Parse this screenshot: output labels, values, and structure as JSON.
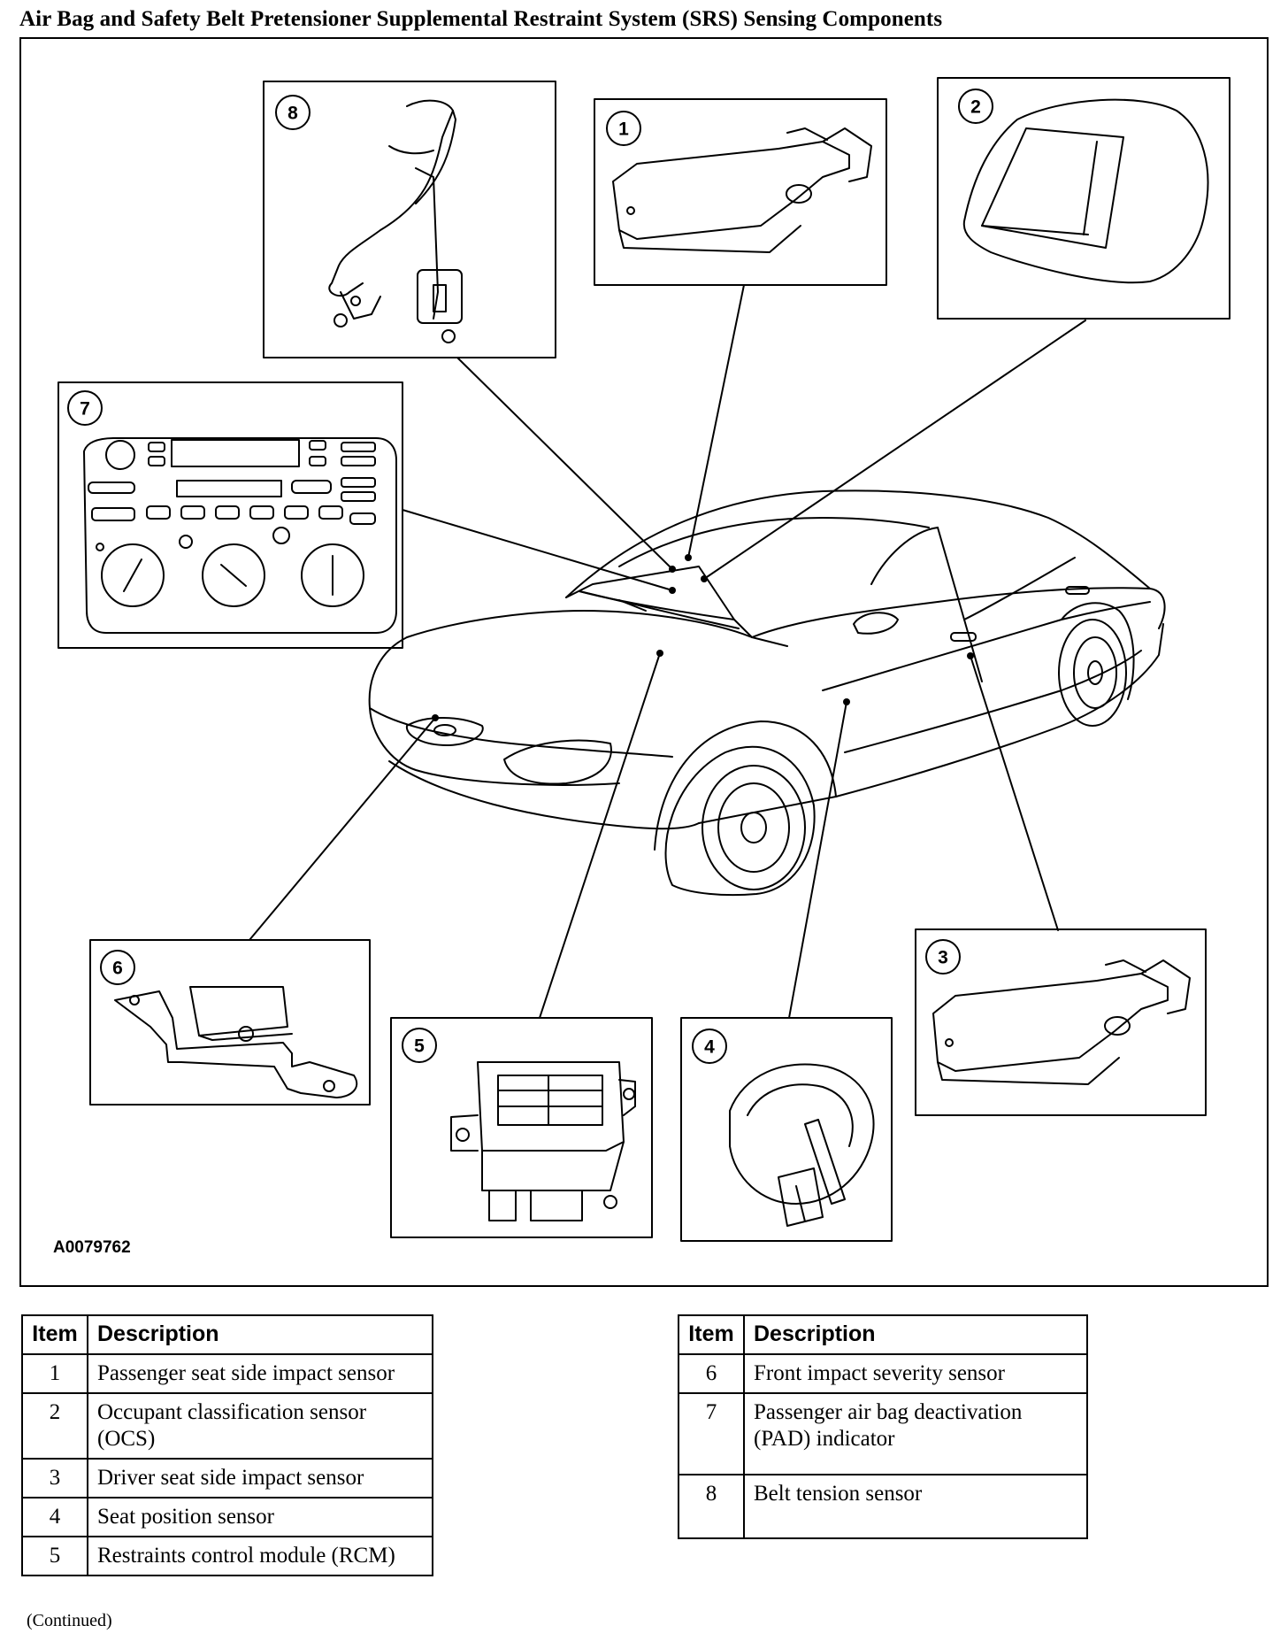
{
  "title": "Air Bag and Safety Belt Pretensioner Supplemental Restraint System (SRS) Sensing Components",
  "figure": {
    "figure_id": "A0079762",
    "callouts": [
      "1",
      "2",
      "3",
      "4",
      "5",
      "6",
      "7",
      "8"
    ]
  },
  "tables": [
    {
      "headers": {
        "item": "Item",
        "description": "Description"
      },
      "rows": [
        {
          "item": "1",
          "description": "Passenger seat side impact sensor"
        },
        {
          "item": "2",
          "description": "Occupant classification sensor (OCS)"
        },
        {
          "item": "3",
          "description": "Driver seat side impact sensor"
        },
        {
          "item": "4",
          "description": "Seat position sensor"
        },
        {
          "item": "5",
          "description": "Restraints control module (RCM)"
        }
      ]
    },
    {
      "headers": {
        "item": "Item",
        "description": "Description"
      },
      "rows": [
        {
          "item": "6",
          "description": "Front impact severity sensor"
        },
        {
          "item": "7",
          "description": "Passenger air bag deactivation (PAD) indicator"
        },
        {
          "item": "8",
          "description": "Belt tension sensor"
        }
      ]
    }
  ],
  "footer": {
    "continued": "(Continued)"
  }
}
